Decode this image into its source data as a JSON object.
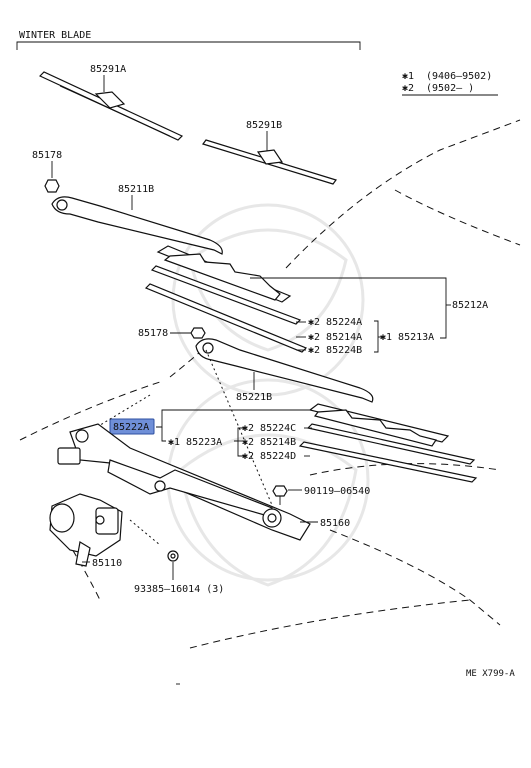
{
  "header": {
    "title": "WINTER BLADE"
  },
  "legend": [
    {
      "mark": "✱1",
      "range": "(9406–9502)"
    },
    {
      "mark": "✱2",
      "range": "(9502–    )"
    }
  ],
  "parts": {
    "p85291A": "85291A",
    "p85291B": "85291B",
    "p85178_top": "85178",
    "p85211B": "85211B",
    "p85212A": "85212A",
    "p85224A": "✱2 85224A",
    "p85214A": "✱2 85214A",
    "p85213A": "✱1 85213A",
    "p85224B": "✱2 85224B",
    "p85178_mid": "85178",
    "p85221B": "85221B",
    "p85222A": "85222A",
    "p85223A": "✱1 85223A",
    "p85224C": "✱2 85224C",
    "p85214B": "✱2 85214B",
    "p85224D": "✱2 85224D",
    "p90119": "90119–06540",
    "p85160": "85160",
    "p85110": "85110",
    "p93385": "93385–16014 (3)"
  },
  "footer": {
    "code": "ME X799-A"
  },
  "colors": {
    "highlight": "#6f8fd8",
    "ink": "#111111"
  }
}
